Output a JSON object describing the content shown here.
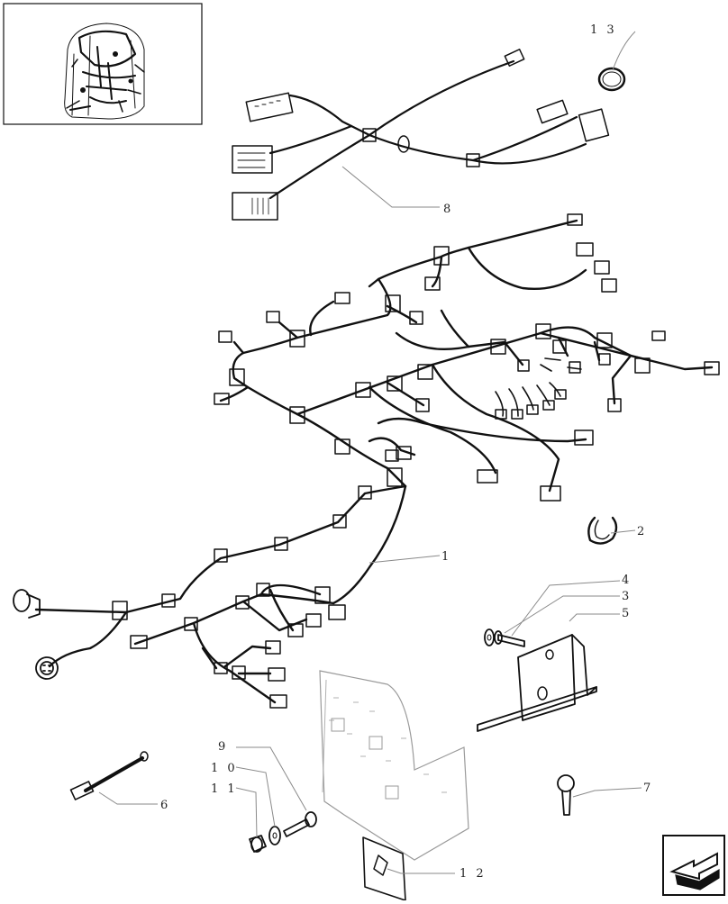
{
  "diagram": {
    "callouts": [
      {
        "id": "c1",
        "label": "1",
        "part": "main-wiring-harness"
      },
      {
        "id": "c2",
        "label": "2",
        "part": "harness-clip"
      },
      {
        "id": "c3",
        "label": "3",
        "part": "screw"
      },
      {
        "id": "c4",
        "label": "4",
        "part": "washer"
      },
      {
        "id": "c5",
        "label": "5",
        "part": "bracket"
      },
      {
        "id": "c6",
        "label": "6",
        "part": "jumper-cable"
      },
      {
        "id": "c7",
        "label": "7",
        "part": "bolt"
      },
      {
        "id": "c8",
        "label": "8",
        "part": "secondary-harness"
      },
      {
        "id": "c9",
        "label": "9",
        "part": "screw"
      },
      {
        "id": "c10",
        "label": "1 0",
        "part": "washer"
      },
      {
        "id": "c11",
        "label": "1 1",
        "part": "nut"
      },
      {
        "id": "c12",
        "label": "1 2",
        "part": "plate"
      },
      {
        "id": "c13",
        "label": "1 3",
        "part": "hose-clamp"
      }
    ],
    "nav_icon": "next-page-arrow-icon",
    "colors": {
      "line": "#111111",
      "leader": "#8a8a8a",
      "ghost": "#9a9a9a"
    }
  }
}
